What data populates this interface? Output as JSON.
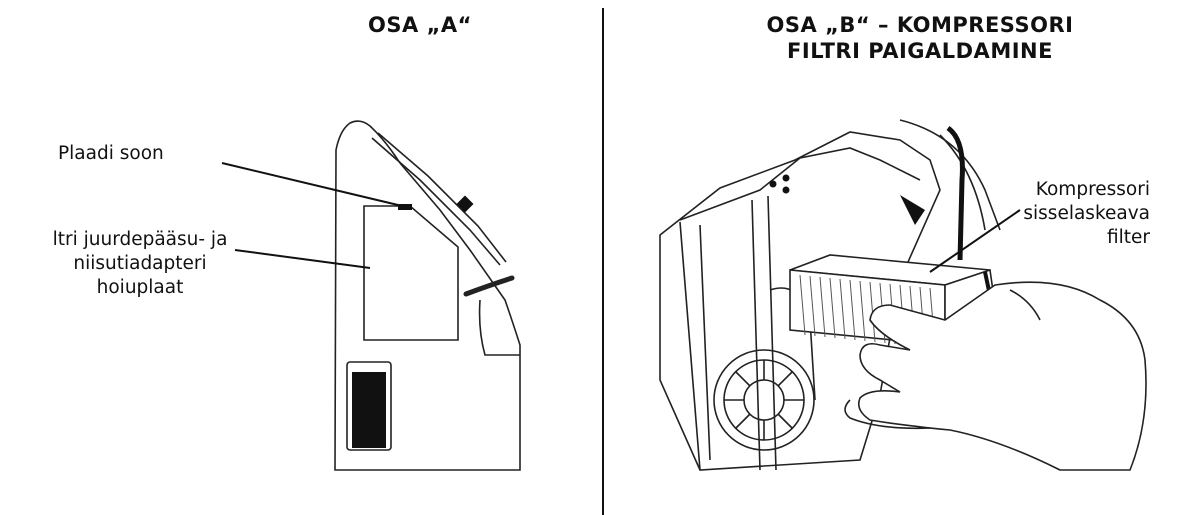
{
  "panel_a": {
    "title": "OSA „A“",
    "callout_slot": "Plaadi soon",
    "callout_plate_line1": "ltri juurdepääsu- ja",
    "callout_plate_line2": "niisutiadapteri",
    "callout_plate_line3": "hoiuplaat"
  },
  "panel_b": {
    "title_line1": "OSA „B“ – KOMPRESSORI",
    "title_line2": "FILTRI PAIGALDAMINE",
    "callout_filter_line1": "Kompressori",
    "callout_filter_line2": "sisselaskeava",
    "callout_filter_line3": "filter"
  }
}
